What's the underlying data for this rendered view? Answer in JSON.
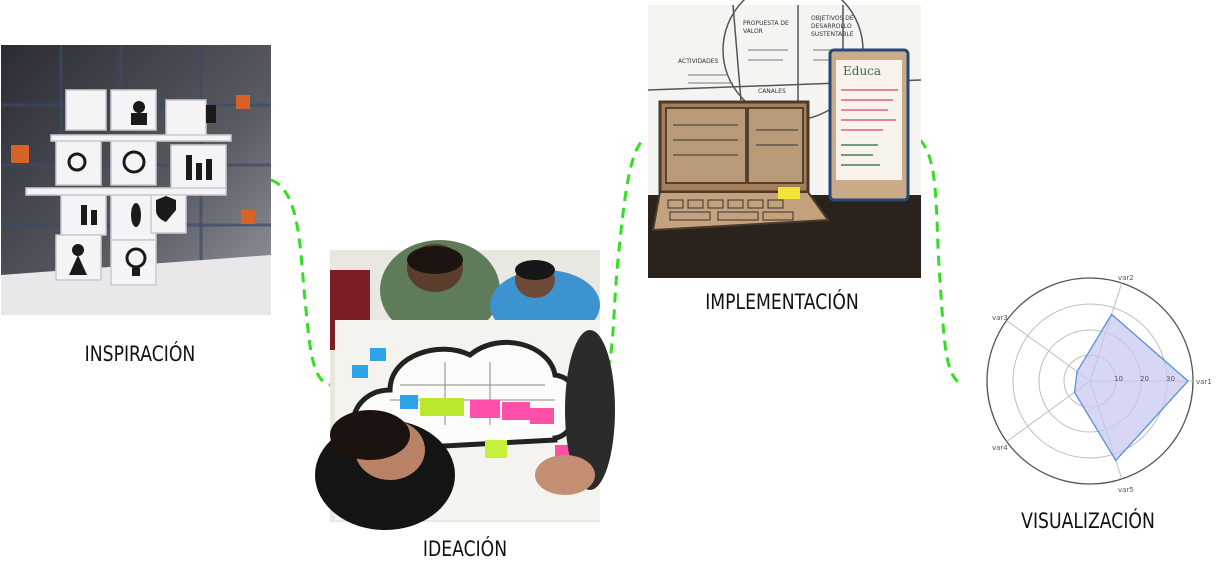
{
  "stages": [
    {
      "id": "inspiracion",
      "label": "INSPIRACIÓN"
    },
    {
      "id": "ideacion",
      "label": "IDEACIÓN"
    },
    {
      "id": "implementacion",
      "label": "IMPLEMENTACIÓN"
    },
    {
      "id": "visualizacion",
      "label": "VISUALIZACIÓN"
    }
  ],
  "connector_color": "#33dd22",
  "radar": {
    "axes": [
      "var1",
      "var2",
      "var3",
      "var4",
      "var5"
    ],
    "ticks": [
      "10",
      "20",
      "30"
    ],
    "fill_color": "#c9c9f2",
    "line_color": "#5b8fd6"
  }
}
